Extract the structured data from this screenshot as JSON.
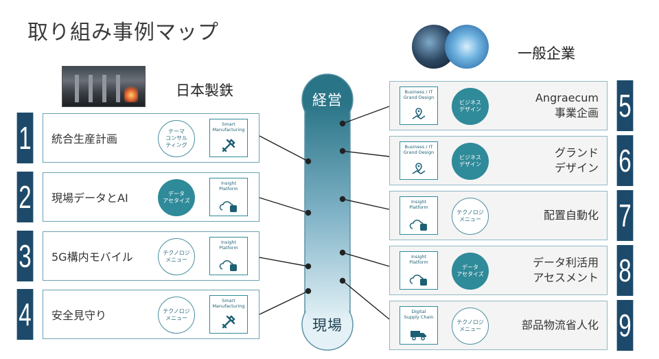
{
  "title": "取り組み事例マップ",
  "left_group": {
    "title": "日本製鉄"
  },
  "right_group": {
    "title": "一般企業"
  },
  "center": {
    "top_label": "経営",
    "bottom_label": "現場"
  },
  "left_rows": [
    {
      "num": "1",
      "label": "統合生産計画",
      "circle": "テーマ\nコンサル\nティング",
      "circle_style": "outline",
      "platform": "Smart\nManufacturing",
      "icon": "tools-icon"
    },
    {
      "num": "2",
      "label": "現場データとAI",
      "circle": "データ\nアセタイズ",
      "circle_style": "fill",
      "platform": "Insight\nPlatform",
      "icon": "cloud-database-icon"
    },
    {
      "num": "3",
      "label": "5G構内モバイル",
      "circle": "テクノロジ\nメニュー",
      "circle_style": "outline",
      "platform": "Insight\nPlatform",
      "icon": "cloud-database-icon"
    },
    {
      "num": "4",
      "label": "安全見守り",
      "circle": "テクノロジ\nメニュー",
      "circle_style": "outline",
      "platform": "Smart\nManufacturing",
      "icon": "tools-icon"
    }
  ],
  "right_rows": [
    {
      "num": "5",
      "label": "Angraecum\n事業企画",
      "circle": "ビジネス\nデザイン",
      "circle_style": "fill",
      "platform": "Business / IT\nGrand Design",
      "icon": "map-pin-icon"
    },
    {
      "num": "6",
      "label": "グランド\nデザイン",
      "circle": "ビジネス\nデザイン",
      "circle_style": "fill",
      "platform": "Business / IT\nGrand Design",
      "icon": "map-pin-icon"
    },
    {
      "num": "7",
      "label": "配置自動化",
      "circle": "テクノロジ\nメニュー",
      "circle_style": "outline",
      "platform": "Insight\nPlatform",
      "icon": "cloud-database-icon"
    },
    {
      "num": "8",
      "label": "データ利活用\nアセスメント",
      "circle": "データ\nアセタイズ",
      "circle_style": "fill",
      "platform": "Insight\nPlatform",
      "icon": "cloud-database-icon"
    },
    {
      "num": "9",
      "label": "部品物流省人化",
      "circle": "テクノロジ\nメニュー",
      "circle_style": "outline",
      "platform": "Digital\nSupply Chain",
      "icon": "truck-icon"
    }
  ],
  "colors": {
    "navy": "#1d4a6a",
    "teal": "#2f8a99",
    "capsule_top": "#2a7487",
    "capsule_bottom": "#d8ecf3"
  }
}
